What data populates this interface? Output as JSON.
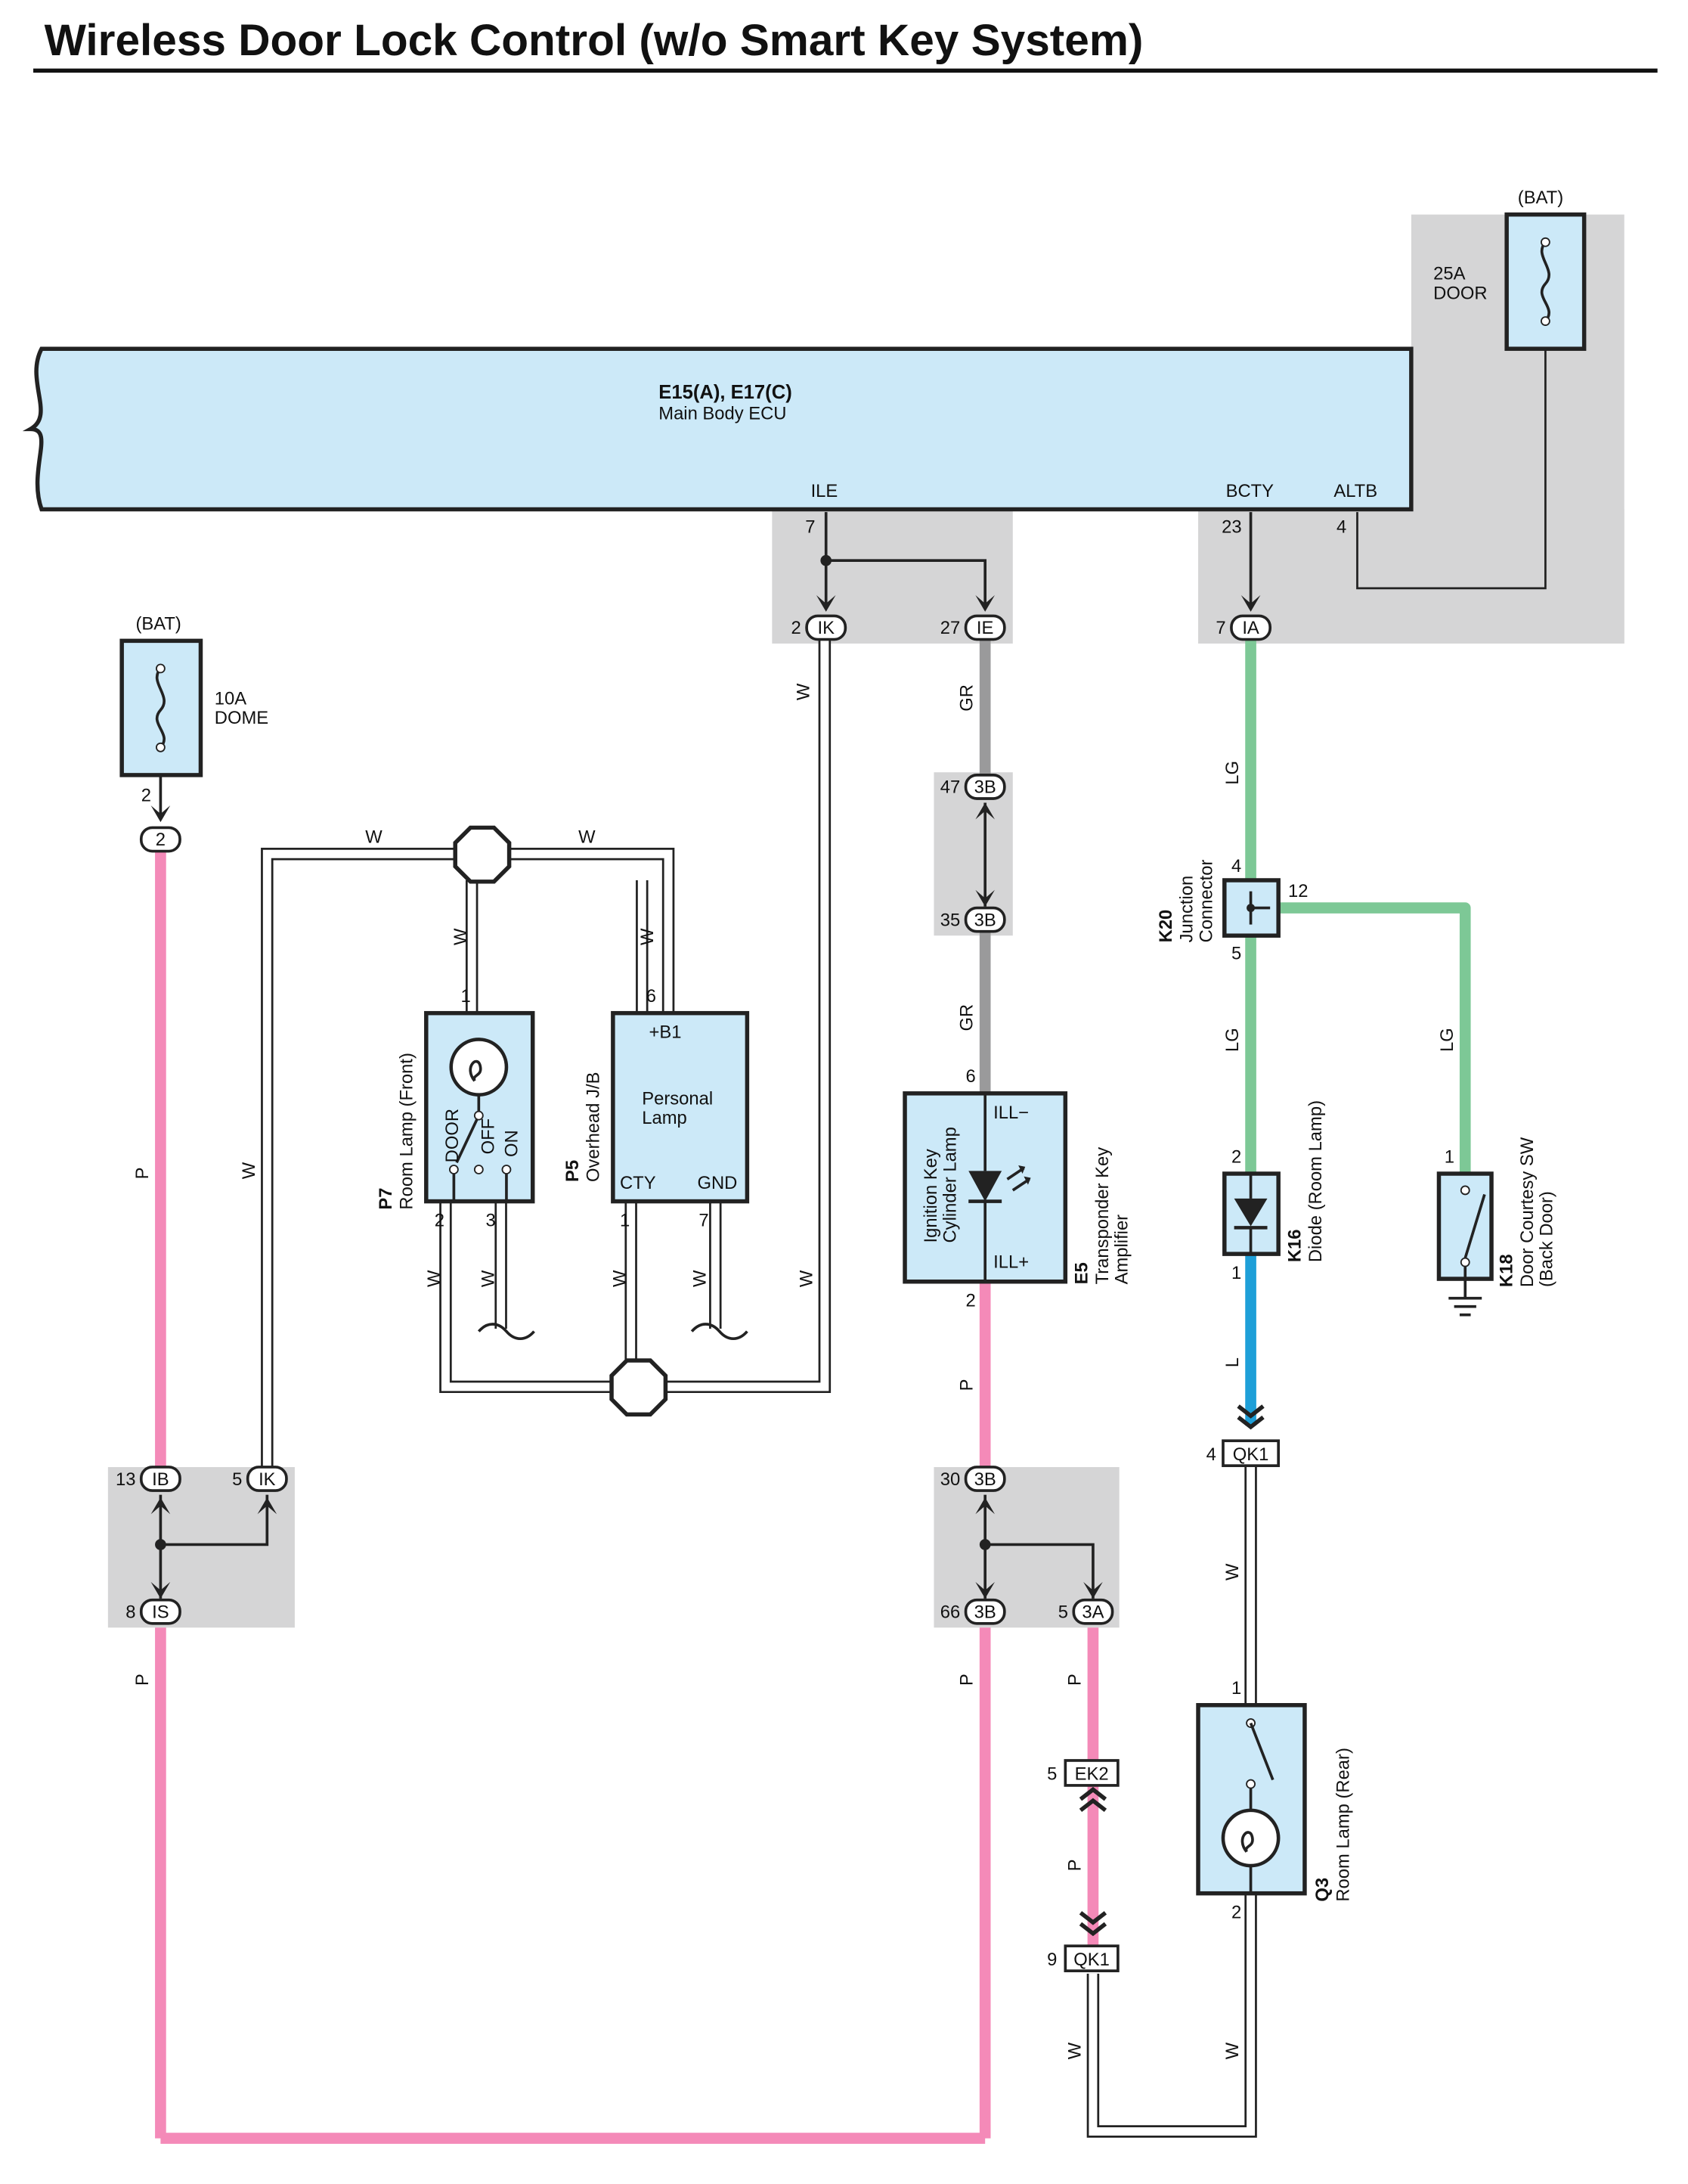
{
  "title": "Wireless Door Lock Control (w/o Smart Key System)",
  "colors": {
    "ecu_fill": "#cce9f8",
    "shade": "#d5d5d6",
    "wire_P": "#f48ab8",
    "wire_GR": "#9a9a9b",
    "wire_LG": "#7dc896",
    "wire_L": "#1e9fd8",
    "wire_W": "#ffffff",
    "outline": "#222222"
  },
  "ecu": {
    "code": "E15(A), E17(C)",
    "name": "Main Body ECU",
    "terminals": [
      "ILE",
      "BCTY",
      "ALTB"
    ],
    "pins": [
      "7",
      "23",
      "4"
    ]
  },
  "fuse_door": {
    "source": "(BAT)",
    "rating": "25A",
    "name": "DOOR"
  },
  "fuse_dome": {
    "source": "(BAT)",
    "rating": "10A",
    "name": "DOME",
    "pin": "2",
    "connector": "2"
  },
  "connectors": {
    "ik_top": {
      "pin": "2",
      "name": "IK"
    },
    "ie_top": {
      "pin": "27",
      "name": "IE"
    },
    "ia_top": {
      "pin": "7",
      "name": "IA"
    },
    "b3_47": {
      "pin": "47",
      "name": "3B"
    },
    "b3_35": {
      "pin": "35",
      "name": "3B"
    },
    "ib_13": {
      "pin": "13",
      "name": "IB"
    },
    "ik_5": {
      "pin": "5",
      "name": "IK"
    },
    "is_8": {
      "pin": "8",
      "name": "IS"
    },
    "b3_30": {
      "pin": "30",
      "name": "3B"
    },
    "b3_66": {
      "pin": "66",
      "name": "3B"
    },
    "a3_5": {
      "pin": "5",
      "name": "3A"
    },
    "ek2": {
      "pin": "5",
      "name": "EK2"
    },
    "qk1_9": {
      "pin": "9",
      "name": "QK1"
    },
    "qk1_4": {
      "pin": "4",
      "name": "QK1"
    }
  },
  "wire_labels": {
    "w": "W",
    "gr": "GR",
    "lg": "LG",
    "p": "P",
    "l": "L"
  },
  "p7": {
    "code": "P7",
    "name": "Room Lamp (Front)",
    "switch": [
      "DOOR",
      "OFF",
      "ON"
    ],
    "pins": [
      "1",
      "2",
      "3"
    ]
  },
  "p5": {
    "code": "P5",
    "name": "Overhead J/B",
    "inner": [
      "Personal",
      "Lamp"
    ],
    "terms": [
      "+B1",
      "CTY",
      "GND"
    ],
    "pins": [
      "6",
      "1",
      "7"
    ]
  },
  "e5": {
    "code": "E5",
    "name": [
      "Transponder Key",
      "Amplifier"
    ],
    "inner": [
      "Ignition Key",
      "Cylinder Lamp"
    ],
    "terms": [
      "ILL−",
      "ILL+"
    ],
    "pins": [
      "6",
      "2"
    ]
  },
  "k20": {
    "code": "K20",
    "name": [
      "Junction",
      "Connector"
    ],
    "pins": [
      "4",
      "12",
      "5"
    ]
  },
  "k16": {
    "code": "K16",
    "name": "Diode (Room Lamp)",
    "pins": [
      "2",
      "1"
    ]
  },
  "k18": {
    "code": "K18",
    "name": [
      "Door Courtesy SW",
      "(Back Door)"
    ],
    "pins": [
      "1"
    ]
  },
  "q3": {
    "code": "Q3",
    "name": "Room Lamp (Rear)",
    "pins": [
      "1",
      "2"
    ]
  }
}
